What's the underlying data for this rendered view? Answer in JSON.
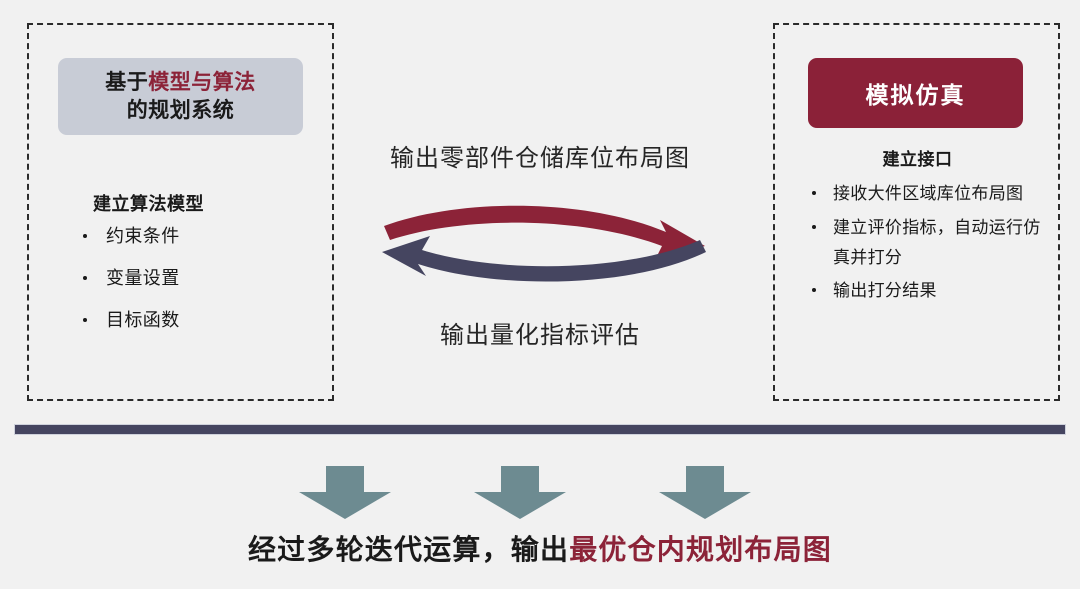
{
  "slide": {
    "background_color": "#f1f1f1",
    "accent_red": "#8c2338",
    "accent_navy": "#454560",
    "accent_teal": "#6d8b91",
    "chip_gray": "#c8ccd6"
  },
  "left_panel": {
    "chip": {
      "line1_prefix": "基于",
      "line1_accent": "模型与算法",
      "line2": "的规划系统"
    },
    "section_title": "建立算法模型",
    "bullets": [
      "约束条件",
      "变量设置",
      "目标函数"
    ]
  },
  "center": {
    "top_label": "输出零部件仓储库位布局图",
    "bottom_label": "输出量化指标评估",
    "top_arrow_direction": "right",
    "bottom_arrow_direction": "left",
    "top_arrow_color": "#8c2338",
    "bottom_arrow_color": "#454560"
  },
  "right_panel": {
    "chip_label": "模拟仿真",
    "section_title": "建立接口",
    "bullets": [
      "接收大件区域库位布局图",
      "建立评价指标，自动运行仿真并打分",
      "输出打分结果"
    ]
  },
  "bottom": {
    "arrow_count": 3,
    "arrow_color": "#6d8b91",
    "conclusion_prefix": "经过多轮迭代运算，输出",
    "conclusion_accent": "最优仓内规划布局图"
  }
}
